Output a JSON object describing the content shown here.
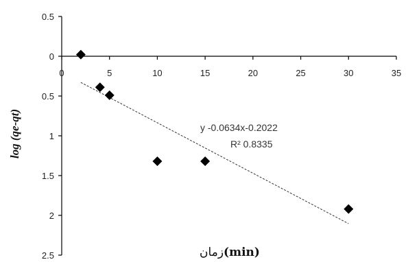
{
  "chart_data": {
    "type": "scatter",
    "x": [
      2,
      4,
      5,
      10,
      15,
      30
    ],
    "y": [
      0.02,
      -0.39,
      -0.49,
      -1.32,
      -1.32,
      -1.92
    ],
    "xlim": [
      0,
      35
    ],
    "ylim": [
      -2.5,
      0.5
    ],
    "xticks": [
      0,
      5,
      10,
      15,
      20,
      25,
      30,
      35
    ],
    "xtick_labels": [
      "0",
      "5",
      "10",
      "15",
      "20",
      "25",
      "30",
      "35"
    ],
    "yticks": [
      0.5,
      0,
      -0.5,
      -1,
      -1.5,
      -2,
      -2.5
    ],
    "ytick_labels": [
      "0.5",
      "0",
      "0.5",
      "1",
      "1.5",
      "2",
      "2.5"
    ],
    "ylabel": "log (qe-qt)",
    "xlabel_arabic": "زمان",
    "xlabel_unit": "(min)",
    "trendline": {
      "type": "linear",
      "slope": -0.0634,
      "intercept": -0.2022,
      "x_range": [
        2,
        30
      ],
      "style": "dashed"
    },
    "annotations": [
      "y -0.0634x-0.2022",
      "R² 0.8335"
    ],
    "grid": false,
    "legend": "none",
    "marker": "diamond",
    "marker_color": "#000000"
  }
}
